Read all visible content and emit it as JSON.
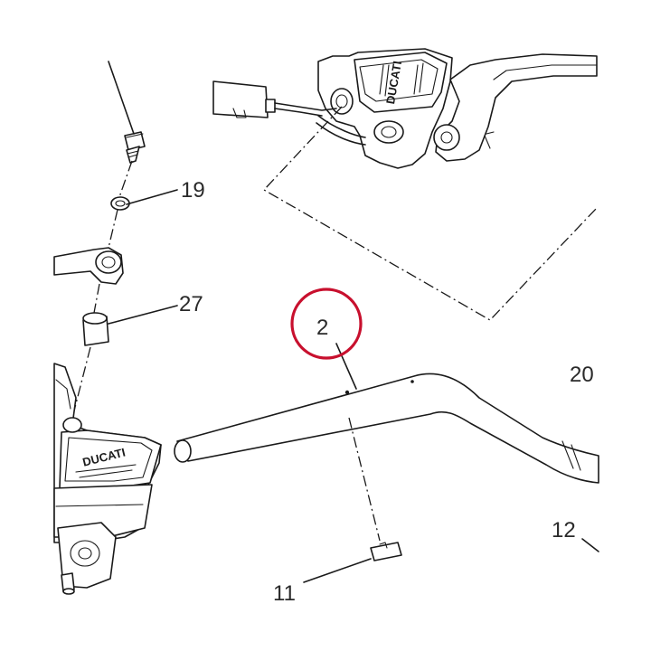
{
  "diagram": {
    "accent_color": "#c8102e",
    "highlighted_part": "2",
    "part_labels": {
      "p2": "2",
      "p11": "11",
      "p12": "12",
      "p19": "19",
      "p20": "20",
      "p27": "27"
    },
    "brand_marks": {
      "top_reservoir": "DUCATI",
      "left_reservoir": "DUCATI"
    },
    "icons": [
      "handlebar",
      "brake-master-cylinder",
      "clutch-master-cylinder",
      "screw",
      "washer",
      "spacer",
      "bushing",
      "clip"
    ]
  }
}
